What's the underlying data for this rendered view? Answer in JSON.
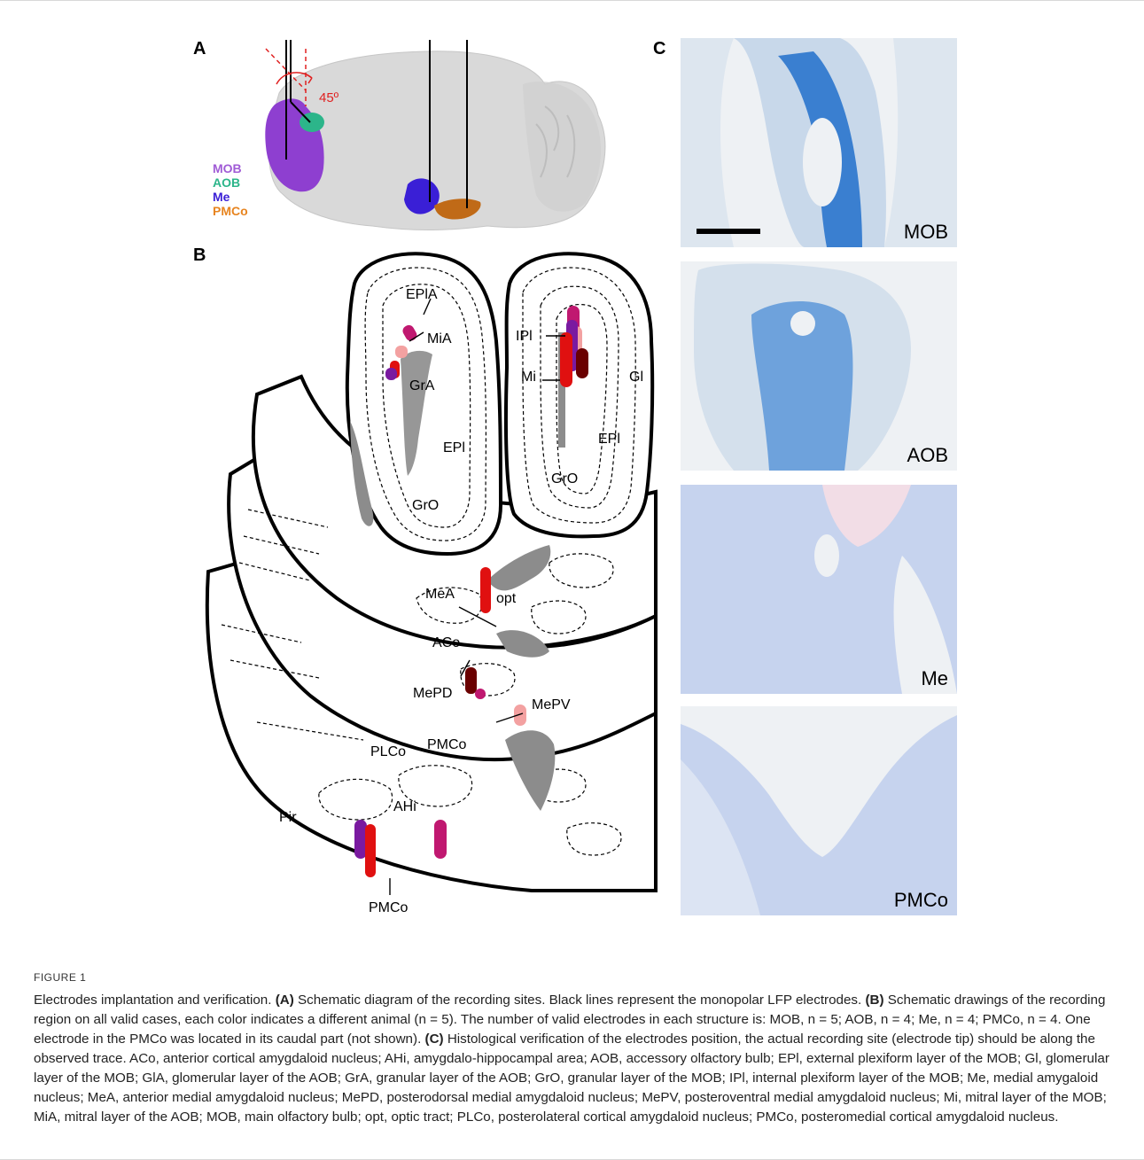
{
  "panels": {
    "a": "A",
    "b": "B",
    "c": "C"
  },
  "panelA": {
    "angle": "45º",
    "legend": [
      {
        "label": "MOB",
        "color": "#a05bd6"
      },
      {
        "label": "AOB",
        "color": "#2cb58a"
      },
      {
        "label": "Me",
        "color": "#3a1fd6"
      },
      {
        "label": "PMCo",
        "color": "#e7841f"
      }
    ]
  },
  "panelB": {
    "labels": {
      "epla": "EPlA",
      "mia": "MiA",
      "gra": "GrA",
      "epl_left": "EPl",
      "gro_left": "GrO",
      "ipl": "IPl",
      "mi": "Mi",
      "gl": "Gl",
      "epl_right": "EPl",
      "gro_right": "GrO",
      "mea": "MeA",
      "opt": "opt",
      "aco": "ACo",
      "mepd": "MePD",
      "mepv": "MePV",
      "plco": "PLCo",
      "pmco": "PMCo",
      "pir": "Pir",
      "ahi": "AHi",
      "pmco_bottom": "PMCo"
    }
  },
  "panelC": {
    "images": [
      {
        "label": "MOB"
      },
      {
        "label": "AOB"
      },
      {
        "label": "Me"
      },
      {
        "label": "PMCo"
      }
    ]
  },
  "caption": {
    "figure_label": "FIGURE 1",
    "title": "Electrodes implantation and verification.",
    "a_tag": "(A)",
    "a_text": " Schematic diagram of the recording sites. Black lines represent the monopolar LFP electrodes. ",
    "b_tag": "(B)",
    "b_text": " Schematic drawings of the recording region on all valid cases, each color indicates a different animal (n = 5). The number of valid electrodes in each structure is: MOB, n = 5; AOB, n = 4; Me, n = 4; PMCo, n = 4. One electrode in the PMCo was located in its caudal part (not shown). ",
    "c_tag": "(C)",
    "c_text": " Histological verification of the electrodes position, the actual recording site (electrode tip) should be along the observed trace. ACo, anterior cortical amygdaloid nucleus; AHi, amygdalo-hippocampal area; AOB, accessory olfactory bulb; EPl, external plexiform layer of the MOB; Gl, glomerular layer of the MOB; GlA, glomerular layer of the AOB; GrA, granular layer of the AOB; GrO, granular layer of the MOB; IPl, internal plexiform layer of the MOB; Me, medial amygaloid nucleus; MeA, anterior medial amygdaloid nucleus; MePD, posterodorsal medial amygdaloid nucleus; MePV, posteroventral medial amygdaloid nucleus; Mi, mitral layer of the MOB; MiA, mitral layer of the AOB; MOB, main olfactory bulb; opt, optic tract; PLCo, posterolateral cortical amygdaloid nucleus; PMCo, posteromedial cortical amygdaloid nucleus."
  }
}
